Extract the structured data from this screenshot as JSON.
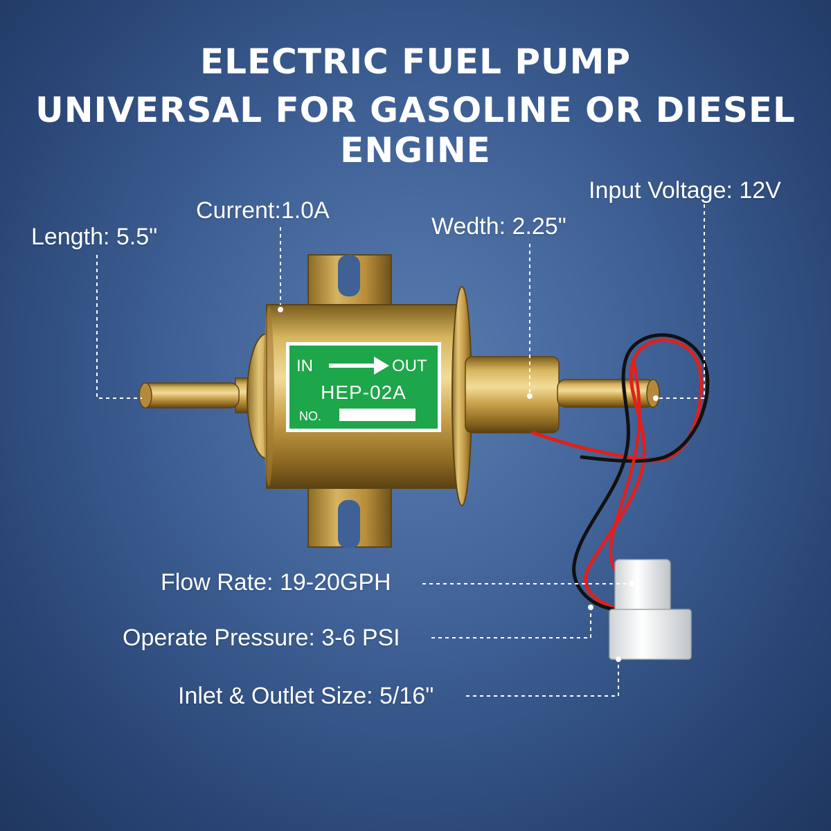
{
  "title": {
    "line1": "ELECTRIC FUEL PUMP",
    "line2": "UNIVERSAL FOR GASOLINE OR DIESEL ENGINE"
  },
  "specs": {
    "length": "Length: 5.5\"",
    "current": "Current:1.0A",
    "width": "Wedth: 2.25\"",
    "voltage": "Input Voltage: 12V",
    "flow_rate": "Flow Rate: 19-20GPH",
    "pressure": "Operate Pressure: 3-6 PSI",
    "port_size": "Inlet & Outlet Size: 5/16\""
  },
  "label": {
    "in": "IN",
    "out": "OUT",
    "model": "HEP-02A",
    "number": "NO."
  },
  "colors": {
    "background": "#3f6196",
    "label_green": "#1ea64a",
    "wire_red": "#e0201c",
    "wire_black": "#111111"
  }
}
